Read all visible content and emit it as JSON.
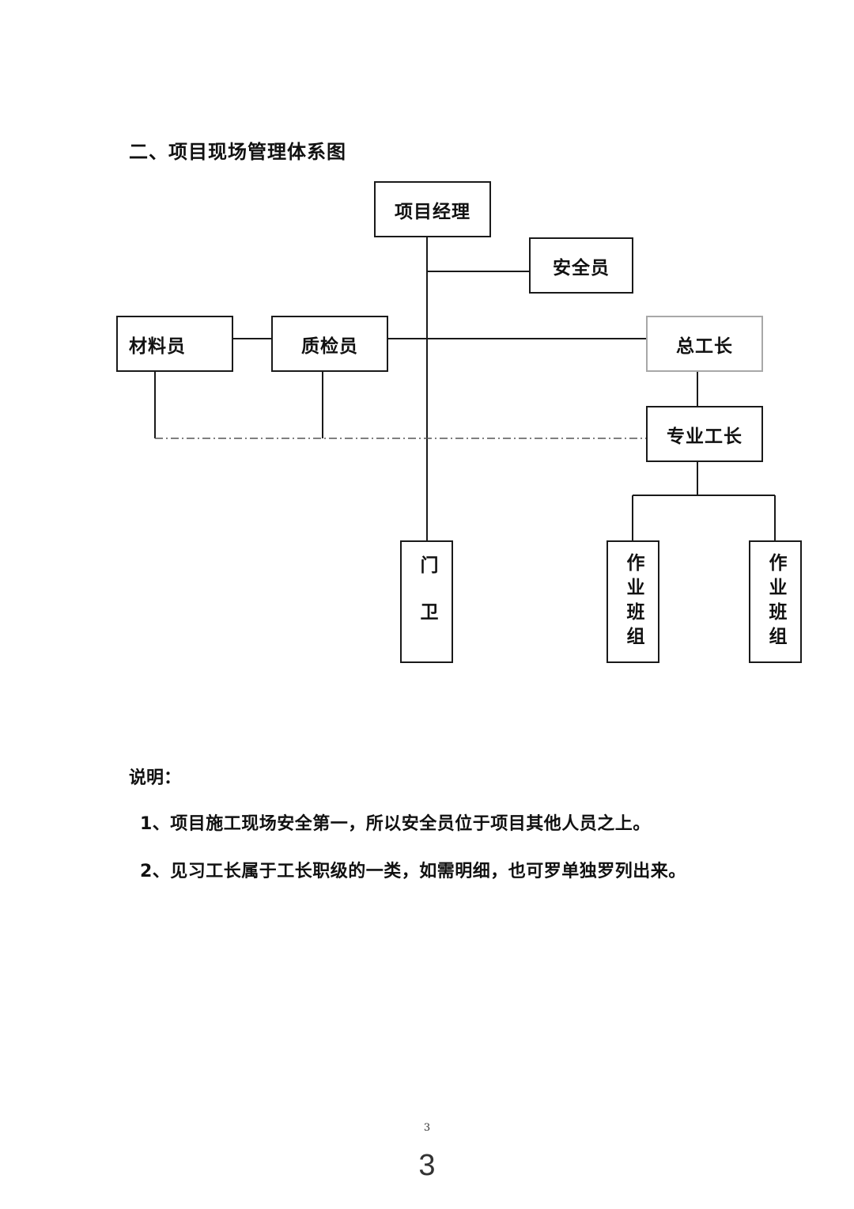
{
  "section_title": "二、项目现场管理体系图",
  "org_chart": {
    "project_manager": "项目经理",
    "safety_officer": "安全员",
    "materials_clerk": "材料员",
    "quality_inspector": "质检员",
    "general_foreman": "总工长",
    "specialty_foreman": "专业工长",
    "gate_guard": "门卫",
    "work_team_1": "作业班组",
    "work_team_2": "作业班组"
  },
  "notes": {
    "heading": "说明：",
    "items": [
      "1、项目施工现场安全第一，所以安全员位于项目其他人员之上。",
      "2、见习工长属于工长职级的一类，如需明细，也可罗单独罗列出来。"
    ]
  },
  "page_number_small": "3",
  "page_number_large": "3"
}
